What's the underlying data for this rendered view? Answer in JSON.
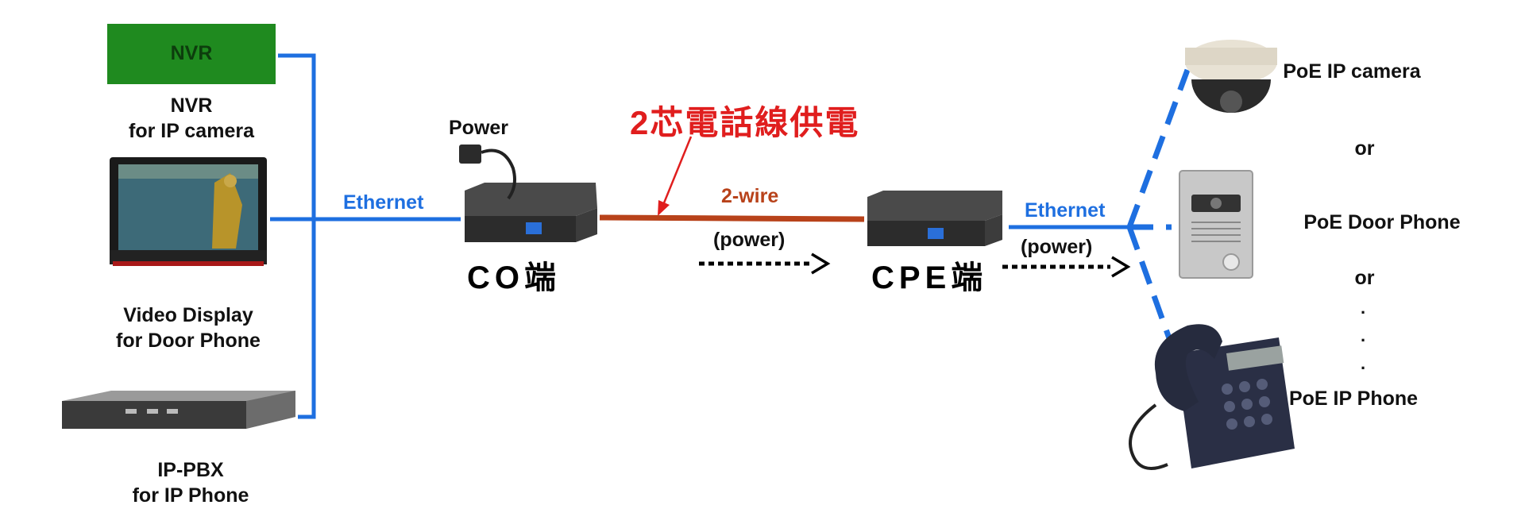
{
  "nvr": {
    "box_label": "NVR",
    "caption_line1": "NVR",
    "caption_line2": "for IP camera"
  },
  "video_display": {
    "caption_line1": "Video Display",
    "caption_line2": "for Door Phone"
  },
  "ippbx": {
    "caption_line1": "IP-PBX",
    "caption_line2": "for IP Phone"
  },
  "links": {
    "ethernet_left": "Ethernet",
    "power_adapter": "Power",
    "title_cn": "2芯電話線供電",
    "two_wire": "2-wire",
    "power_mid": "(power)",
    "ethernet_right": "Ethernet",
    "power_right": "(power)"
  },
  "nodes": {
    "co": "CO端",
    "cpe": "CPE端"
  },
  "devices_right": {
    "camera": "PoE IP camera",
    "or1": "or",
    "door_phone": "PoE Door Phone",
    "or2": "or",
    "ip_phone": "PoE IP Phone"
  },
  "colors": {
    "ethernet": "#1e6fe0",
    "two_wire": "#b8421a",
    "nvr_box": "#1f8a1f",
    "title": "#e01e1e"
  }
}
